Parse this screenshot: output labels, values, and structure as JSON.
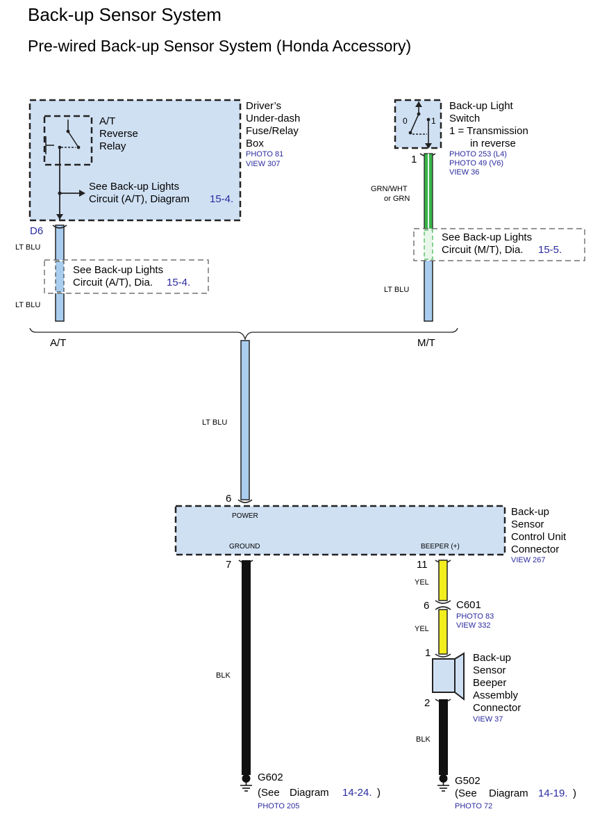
{
  "title": "Back-up Sensor System",
  "subtitle": "Pre-wired Back-up Sensor System (Honda Accessory)",
  "colors": {
    "box_fill": "#cfe0f3",
    "lt_blu": "#a9cdee",
    "grn": "#39b54a",
    "yel": "#f2ee1e",
    "blk": "#111111",
    "link": "#2a2aa0"
  },
  "fuse_box": {
    "name_lines": [
      "Driver’s",
      "Under-dash",
      "Fuse/Relay",
      "Box"
    ],
    "photo": "PHOTO 81",
    "view": "VIEW 307",
    "relay_lines": [
      "A/T",
      "Reverse",
      "Relay"
    ],
    "see_lines": [
      "See Back-up Lights",
      "Circuit (A/T), Diagram"
    ],
    "see_ref": "15-4.",
    "terminal": "D6"
  },
  "switch": {
    "name_lines": [
      "Back-up Light",
      "Switch",
      "1 = Transmission",
      "in reverse"
    ],
    "pos0": "0",
    "pos1": "1",
    "photos": [
      "PHOTO 253 (L4)",
      "PHOTO 49 (V6)",
      "VIEW 36"
    ],
    "terminal": "1",
    "wire_lines": [
      "GRN/WHT",
      "or GRN"
    ],
    "see_lines": [
      "See Back-up Lights",
      "Circuit (M/T), Dia."
    ],
    "see_ref": "15-5.",
    "wire_below": "LT BLU"
  },
  "at_branch": {
    "wire_top": "LT BLU",
    "wire_bottom": "LT BLU",
    "see_lines": [
      "See Back-up Lights",
      "Circuit (A/T), Dia."
    ],
    "see_ref": "15-4.",
    "label": "A/T"
  },
  "mt_label": "M/T",
  "main_wire": "LT BLU",
  "control_unit": {
    "name_lines": [
      "Back-up",
      "Sensor",
      "Control Unit",
      "Connector"
    ],
    "view": "VIEW 267",
    "pin_power_num": "6",
    "pin_power": "POWER",
    "pin_ground": "GROUND",
    "pin_ground_num": "7",
    "pin_beeper": "BEEPER (+)",
    "pin_beeper_num": "11"
  },
  "c601": {
    "wire_top": "YEL",
    "pin_top": "6",
    "name": "C601",
    "photo": "PHOTO 83",
    "view": "VIEW 332",
    "wire_bottom": "YEL"
  },
  "beeper": {
    "pin_top": "1",
    "pin_bottom": "2",
    "name_lines": [
      "Back-up",
      "Sensor",
      "Beeper",
      "Assembly",
      "Connector"
    ],
    "view": "VIEW 37",
    "wire": "BLK"
  },
  "g602": {
    "wire": "BLK",
    "name": "G602",
    "see": "(See",
    "diagram": "Diagram",
    "ref": "14-24.",
    "close": ")",
    "photo": "PHOTO 205"
  },
  "g502": {
    "name": "G502",
    "see": "(See",
    "diagram": "Diagram",
    "ref": "14-19.",
    "close": ")",
    "photo": "PHOTO 72"
  }
}
